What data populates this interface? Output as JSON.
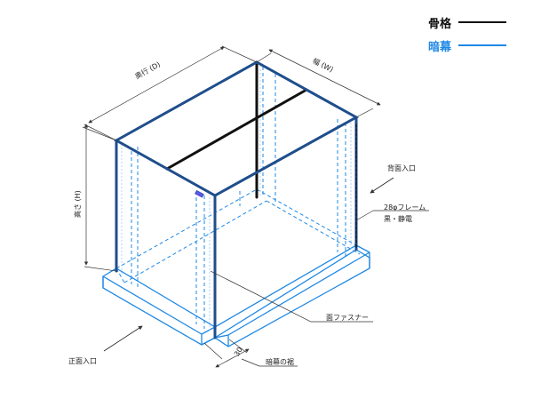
{
  "legend": {
    "items": [
      {
        "label": "骨格",
        "color": "#111111"
      },
      {
        "label": "暗幕",
        "color": "#1e88e5"
      }
    ]
  },
  "dimensions": {
    "depth": "奥行 (D)",
    "width": "幅 (W)",
    "height": "高さ (H)",
    "hem": "30"
  },
  "annotations": {
    "rear_entrance": "背面入口",
    "frame_spec": "28φフレーム",
    "frame_finish": "黒・静電",
    "fastener": "面ファスナー",
    "front_entrance": "正面入口",
    "curtain_hem": "暗幕の裾"
  },
  "colors": {
    "frame": "#111111",
    "frame_edge": "#1f4e8c",
    "curtain": "#1e88e5",
    "dimension": "#333333"
  }
}
